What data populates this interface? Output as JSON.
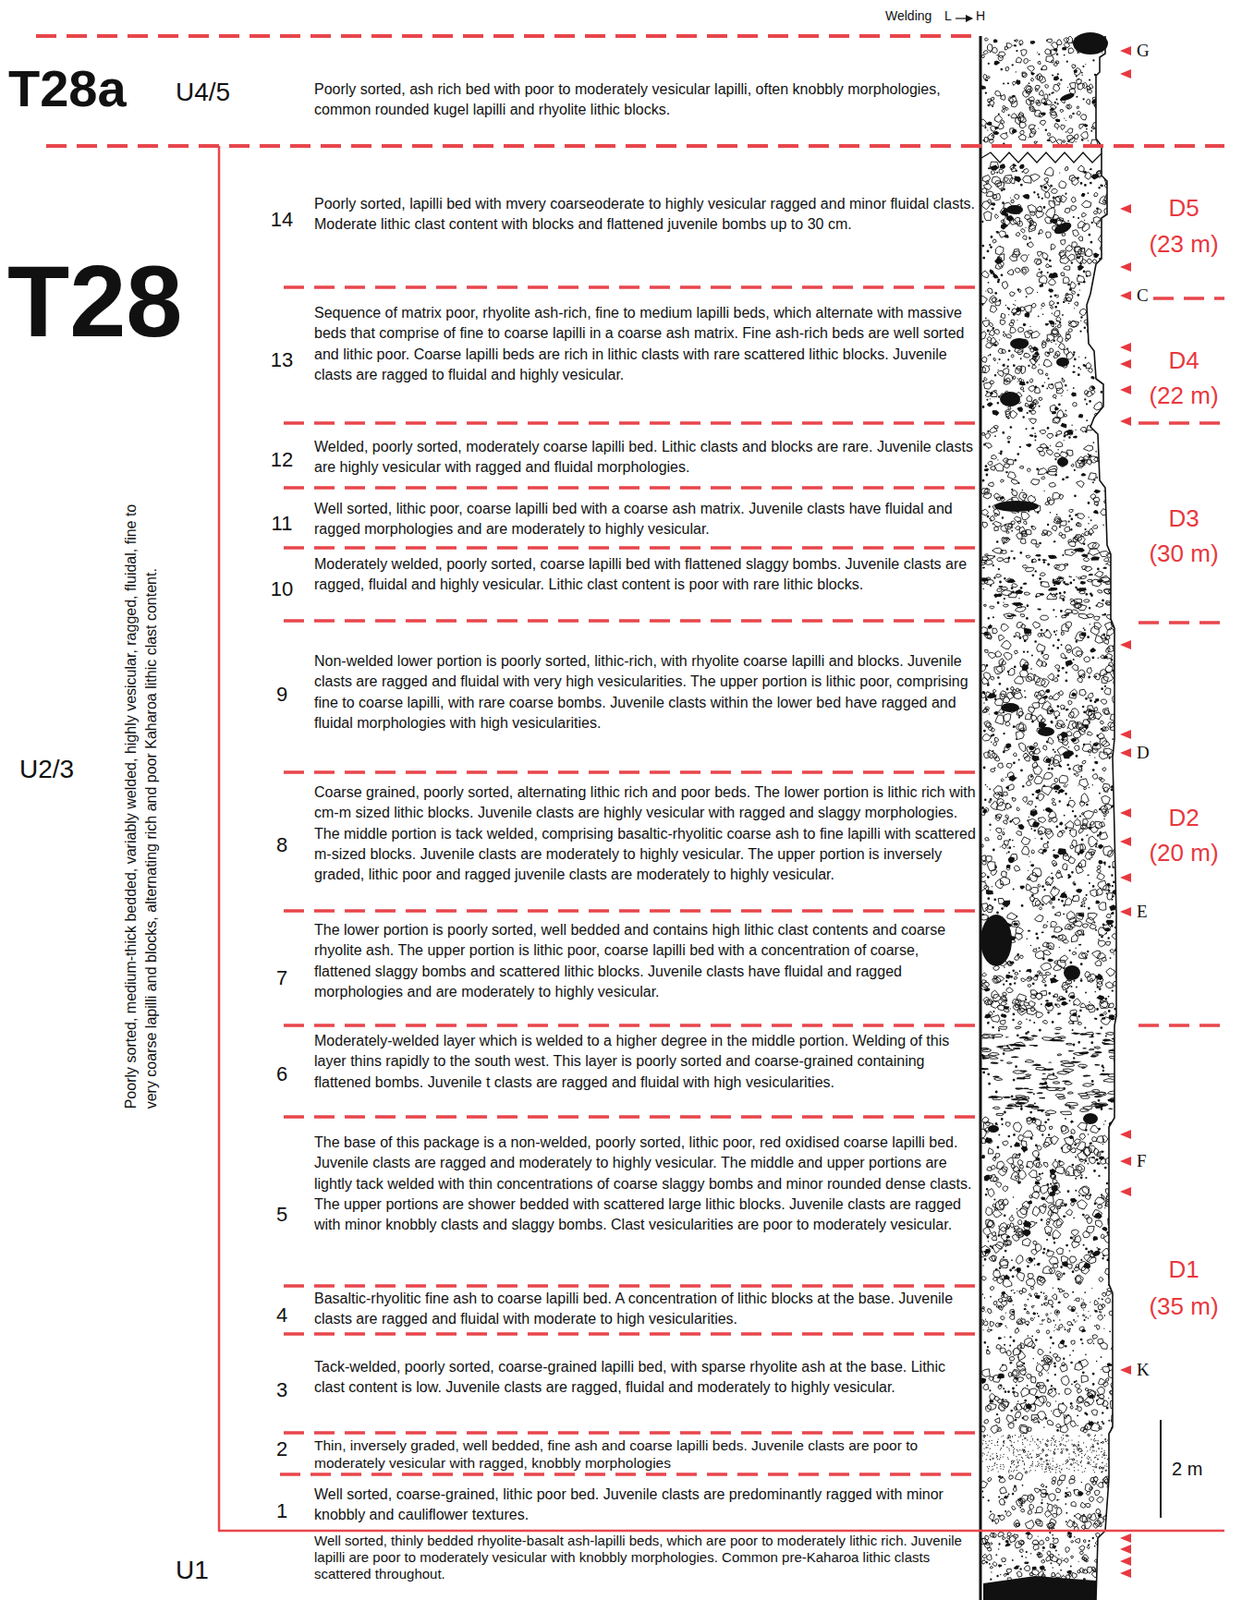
{
  "diagram": {
    "labels": [
      "Welding",
      "L",
      "H",
      "G",
      "T28a",
      "U4/5",
      "Poorly sorted, ash rich bed with poor to moderately vesicular lapilli, often knobbly morphologies, common rounded kugel lapilli and rhyolite lithic blocks.",
      "T28",
      "14",
      "Poorly sorted, lapilli bed with mvery coarseoderate to highly vesicular ragged and minor fluidal clasts. Moderate lithic clast content with blocks and flattened juvenile bombs up to 30 cm.",
      "D5",
      "(23 m)",
      "C",
      "13",
      "Sequence of matrix poor, rhyolite ash-rich, fine to medium lapilli beds, which alternate with massive beds that comprise of fine to coarse lapilli in a coarse ash matrix. Fine ash-rich beds are well sorted and lithic poor. Coarse lapilli beds are rich in lithic clasts with rare scattered lithic blocks. Juvenile clasts are ragged to fluidal and highly vesicular.",
      "D4",
      "(22 m)",
      "12",
      "Welded, poorly sorted, moderately coarse lapilli bed. Lithic clasts and blocks are rare. Juvenile clasts are highly vesicular with ragged and fluidal morphologies.",
      "11",
      "Well sorted, lithic poor, coarse lapilli bed with a coarse ash matrix. Juvenile clasts have fluidal and ragged morphologies and are moderately to highly vesicular.",
      "D3",
      "(30 m)",
      "10",
      "Moderately welded, poorly sorted, coarse lapilli bed with flattened slaggy bombs. Juvenile clasts are ragged, fluidal and highly vesicular. Lithic clast content is poor with rare lithic blocks.",
      "9",
      "Non-welded lower portion is poorly sorted, lithic-rich, with rhyolite coarse lapilli and blocks. Juvenile clasts are ragged and fluidal with very high vesicularities. The upper portion is lithic poor, comprising fine to coarse lapilli, with rare coarse bombs. Juvenile clasts within the lower bed have ragged and fluidal morphologies with high vesicularities.",
      "D",
      "U2/3",
      "Poorly sorted, medium-thick bedded, variably welded, highly vesicular, ragged, fluidal, fine to very coarse lapilli and blocks, alternating rich and poor Kaharoa lithic clast content.",
      "8",
      "Coarse grained, poorly sorted, alternating lithic rich and poor beds. The lower portion is lithic rich with cm-m sized lithic blocks. Juvenile clasts are highly vesicular with ragged and slaggy morphologies. The middle portion is tack welded, comprising basaltic-rhyolitic coarse ash to fine lapilli with scattered m-sized blocks. Juvenile clasts are moderately to highly vesicular. The upper portion is inversely graded, lithic poor and ragged juvenile clasts are moderately to highly vesicular.",
      "D2",
      "(20 m)",
      "E",
      "7",
      "The lower portion is poorly sorted, well bedded and contains high lithic clast contents and coarse rhyolite ash. The upper portion is lithic poor, coarse lapilli bed with a concentration of coarse, flattened slaggy bombs and scattered lithic blocks. Juvenile clasts have fluidal and ragged morphologies and are moderately to highly vesicular.",
      "6",
      "Moderately-welded layer which is welded to a higher degree in the middle portion. Welding of this layer thins rapidly to the south west. This layer is poorly sorted and coarse-grained containing flattened bombs. Juvenile t clasts are ragged and fluidal with high vesicularities.",
      "5",
      "The base of this package is a non-welded, poorly sorted, lithic poor, red oxidised coarse lapilli bed. Juvenile clasts are ragged and moderately to highly vesicular. The middle and upper portions are lightly tack welded with thin concentrations of coarse slaggy bombs and minor rounded dense clasts. The upper portions are shower bedded with scattered large lithic blocks. Juvenile clasts are ragged with minor knobbly clasts and slaggy bombs. Clast vesicularities are poor to moderately vesicular.",
      "F",
      "D1",
      "(35 m)",
      "4",
      "Basaltic-rhyolitic fine ash to coarse lapilli bed. A concentration of lithic blocks at the base. Juvenile clasts are ragged and fluidal with moderate to high vesicularities.",
      "K",
      "3",
      "Tack-welded, poorly sorted, coarse-grained lapilli bed, with sparse rhyolite ash at the base. Lithic clast content is low. Juvenile clasts are ragged, fluidal and moderately to highly vesicular.",
      "2",
      "Thin, inversely graded, well bedded, fine ash and coarse lapilli beds. Juvenile clasts are poor to moderately vesicular with ragged, knobbly morphologies",
      "2 m",
      "1",
      "Well sorted, coarse-grained, lithic poor bed. Juvenile clasts are predominantly ragged with minor knobbly and cauliflower textures.",
      "U1",
      "Well sorted, thinly bedded rhyolite-basalt ash-lapilli beds, which are poor to moderately lithic rich. Juvenile lapilli are poor to moderately vesicular with knobbly morphologies. Common pre-Kaharoa lithic clasts scattered throughout."
    ]
  }
}
